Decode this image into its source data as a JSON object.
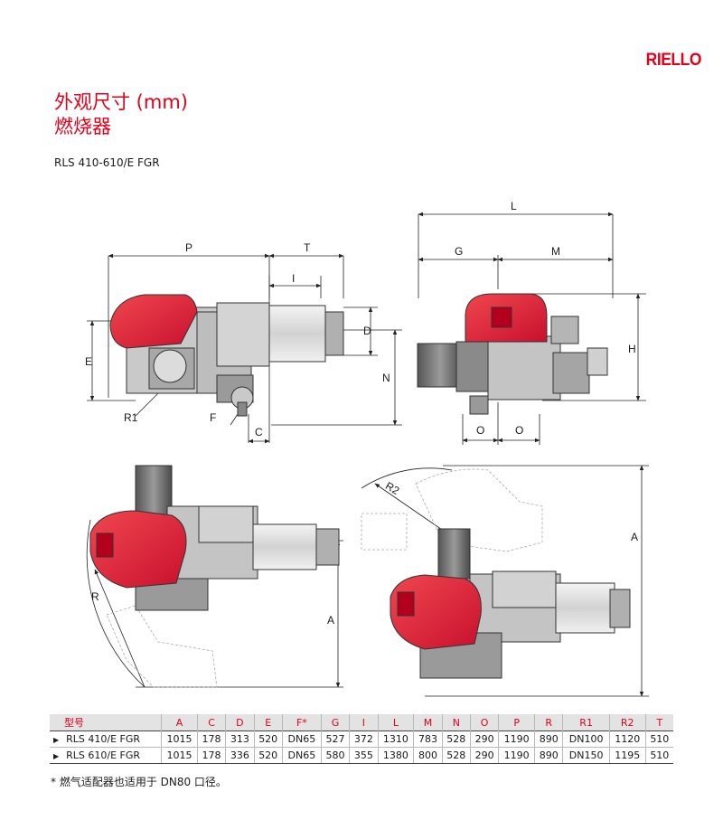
{
  "brand": "RIELLO",
  "title_line1": "外观尺寸 (mm)",
  "title_line2": "燃烧器",
  "model": "RLS 410-610/E FGR",
  "dim_labels": {
    "P": "P",
    "T": "T",
    "I": "I",
    "D": "D",
    "N": "N",
    "E": "E",
    "R1": "R1",
    "F": "F",
    "C": "C",
    "L": "L",
    "G": "G",
    "M": "M",
    "H": "H",
    "O1": "O",
    "O2": "O",
    "R": "R",
    "A1": "A",
    "A2": "A",
    "R2": "R2"
  },
  "colors": {
    "accent": "#e2001a",
    "header_bg": "#e3e3e3"
  },
  "table": {
    "headers": [
      "型号",
      "A",
      "C",
      "D",
      "E",
      "F*",
      "G",
      "I",
      "L",
      "M",
      "N",
      "O",
      "P",
      "R",
      "R1",
      "R2",
      "T"
    ],
    "rows": [
      [
        "RLS 410/E FGR",
        "1015",
        "178",
        "313",
        "520",
        "DN65",
        "527",
        "372",
        "1310",
        "783",
        "528",
        "290",
        "1190",
        "890",
        "DN100",
        "1120",
        "510"
      ],
      [
        "RLS 610/E FGR",
        "1015",
        "178",
        "336",
        "520",
        "DN65",
        "580",
        "355",
        "1380",
        "800",
        "528",
        "290",
        "1190",
        "890",
        "DN150",
        "1195",
        "510"
      ]
    ]
  },
  "footnote": "* 燃气适配器也适用于 DN80 口径。"
}
